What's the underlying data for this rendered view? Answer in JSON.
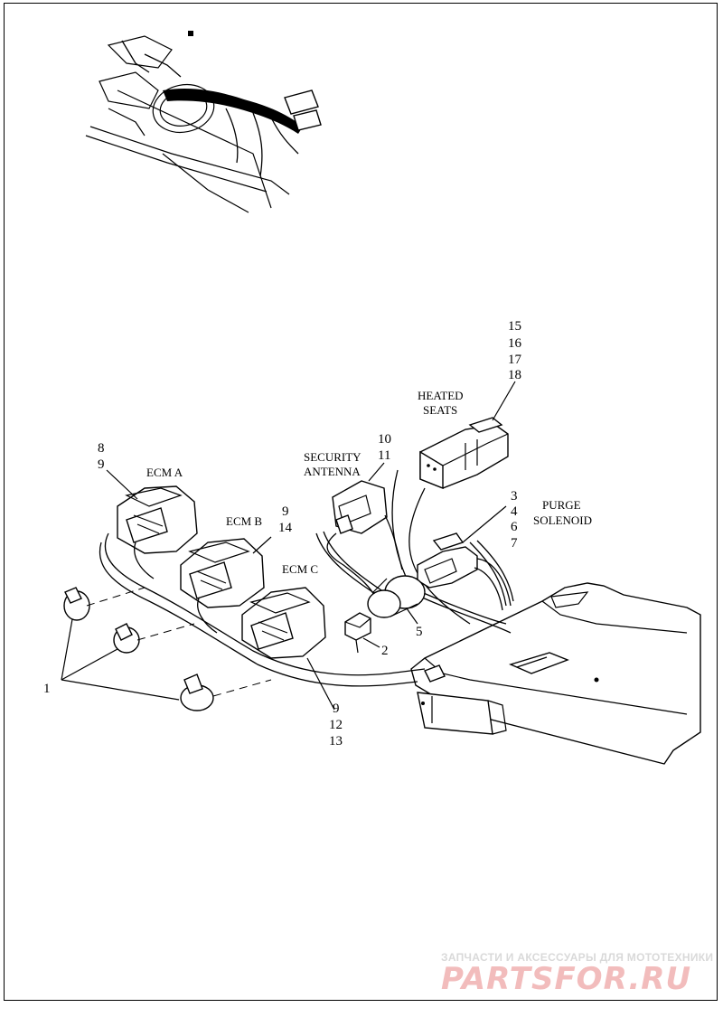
{
  "labels": {
    "ecm_a": "ECM A",
    "ecm_b": "ECM B",
    "ecm_c": "ECM C",
    "security_1": "SECURITY",
    "security_2": "ANTENNA",
    "heated_1": "HEATED",
    "heated_2": "SEATS",
    "purge_1": "PURGE",
    "purge_2": "SOLENOID"
  },
  "callouts": {
    "n8": "8",
    "n9a": "9",
    "n9b": "9",
    "n14": "14",
    "n9c": "9",
    "n12": "12",
    "n13": "13",
    "n10": "10",
    "n11": "11",
    "n15": "15",
    "n16": "16",
    "n17": "17",
    "n18": "18",
    "n3": "3",
    "n4": "4",
    "n6": "6",
    "n7": "7",
    "n5": "5",
    "n2": "2",
    "n1": "1"
  },
  "watermark": {
    "tagline": "ЗАПЧАСТИ И АКСЕССУАРЫ ДЛЯ МОТОТЕХНИКИ",
    "logo_text": "PARTSFOR.RU"
  }
}
